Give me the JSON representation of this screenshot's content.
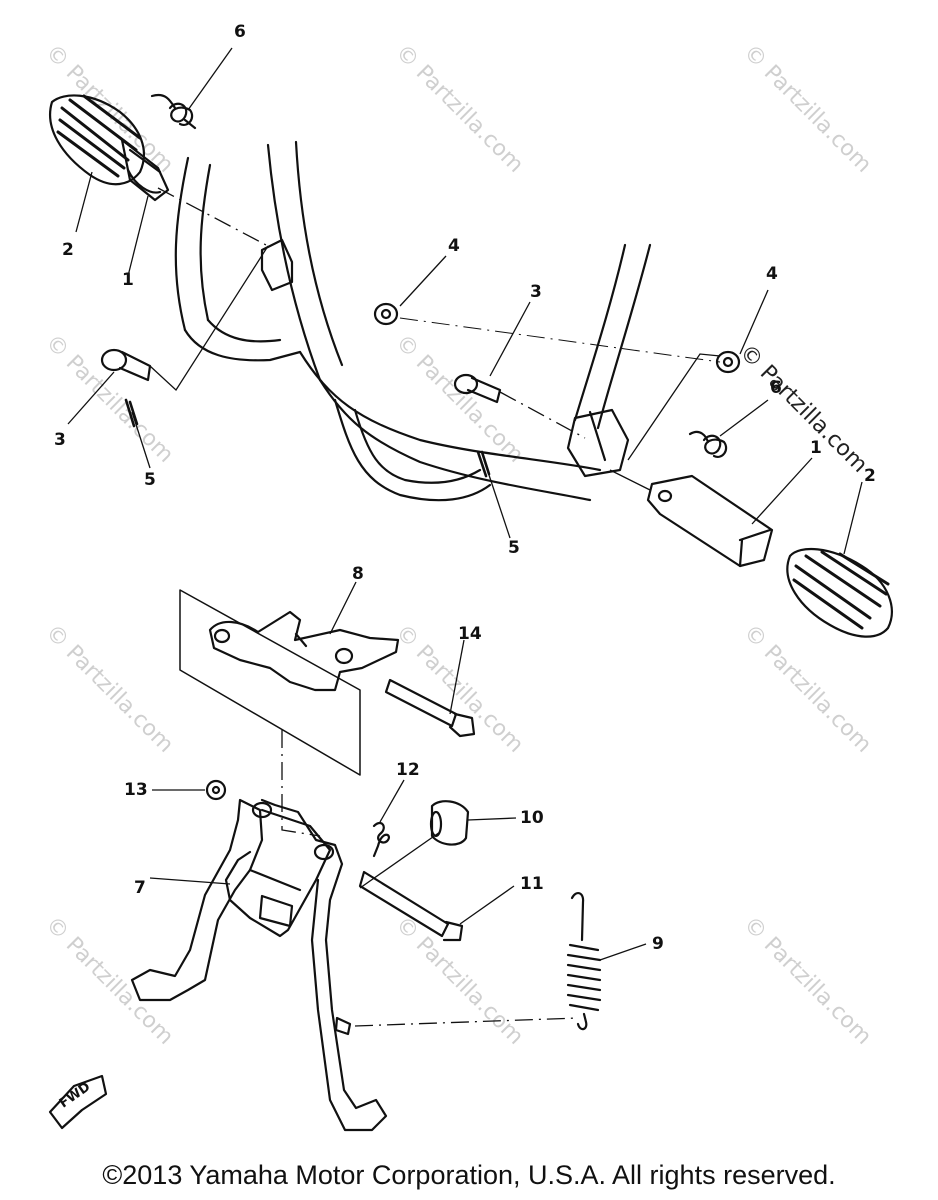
{
  "watermark": "© Partzilla.com",
  "watermark_side": "© Partzilla.com",
  "callouts": {
    "c1a": "1",
    "c1b": "1",
    "c2a": "2",
    "c2b": "2",
    "c3a": "3",
    "c3b": "3",
    "c4a": "4",
    "c4b": "4",
    "c5a": "5",
    "c5b": "5",
    "c6a": "6",
    "c6b": "6",
    "c7": "7",
    "c8": "8",
    "c9": "9",
    "c10": "10",
    "c11": "11",
    "c12": "12",
    "c13": "13",
    "c14": "14"
  },
  "fwd_label": "FWD",
  "copyright": "©2013 Yamaha Motor Corporation, U.S.A. All rights reserved."
}
